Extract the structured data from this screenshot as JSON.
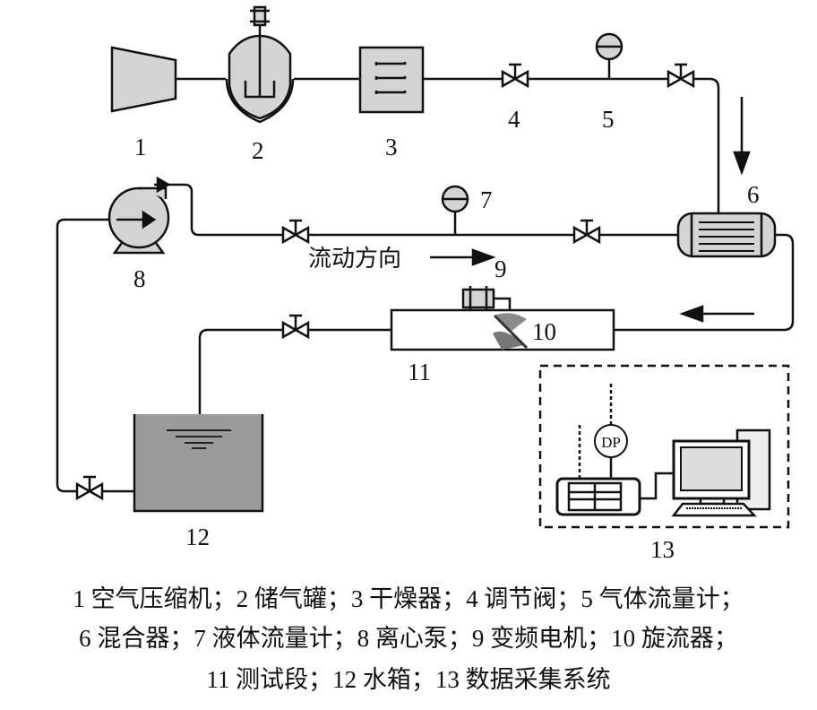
{
  "labels": {
    "n1": "1",
    "n2": "2",
    "n3": "3",
    "n4": "4",
    "n5": "5",
    "n6": "6",
    "n7": "7",
    "n8": "8",
    "n9": "9",
    "n10": "10",
    "n11": "11",
    "n12": "12",
    "n13": "13",
    "flow_direction": "流动方向",
    "dp": "DP"
  },
  "caption": {
    "line1": "1 空气压缩机；2 储气罐；3 干燥器；4 调节阀；5 气体流量计；",
    "line2": "6 混合器；7 液体流量计；8 离心泵；9 变频电机；10 旋流器；",
    "line3": "11 测试段；12 水箱；13 数据采集系统"
  },
  "colors": {
    "line": "#111111",
    "fill_gray": "#d4d4d4",
    "tank_water": "#9a9a9a"
  }
}
